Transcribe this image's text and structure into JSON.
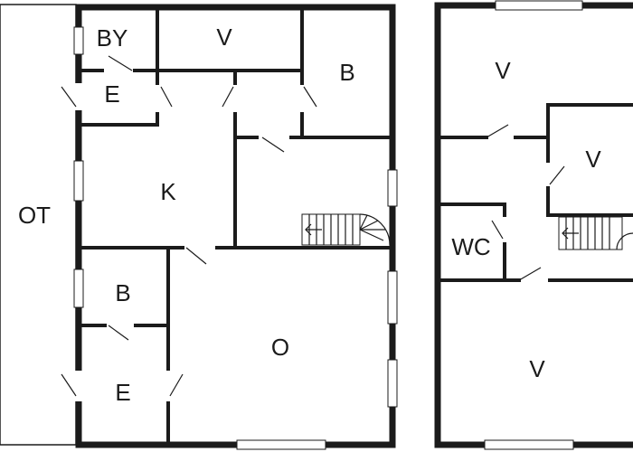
{
  "ground_floor": {
    "rooms": [
      {
        "id": "ot",
        "label": "OT"
      },
      {
        "id": "by",
        "label": "BY"
      },
      {
        "id": "v-top",
        "label": "V"
      },
      {
        "id": "b-top",
        "label": "B"
      },
      {
        "id": "e-top",
        "label": "E"
      },
      {
        "id": "k",
        "label": "K"
      },
      {
        "id": "b-small",
        "label": "B"
      },
      {
        "id": "o",
        "label": "O"
      },
      {
        "id": "e-bottom",
        "label": "E"
      }
    ]
  },
  "upper_floor": {
    "rooms": [
      {
        "id": "v-upper-left",
        "label": "V"
      },
      {
        "id": "v-upper-right",
        "label": "V"
      },
      {
        "id": "wc",
        "label": "WC"
      },
      {
        "id": "v-upper-bottom",
        "label": "V"
      }
    ]
  },
  "colors": {
    "wall": "#1b1b1b",
    "background": "#ffffff"
  }
}
